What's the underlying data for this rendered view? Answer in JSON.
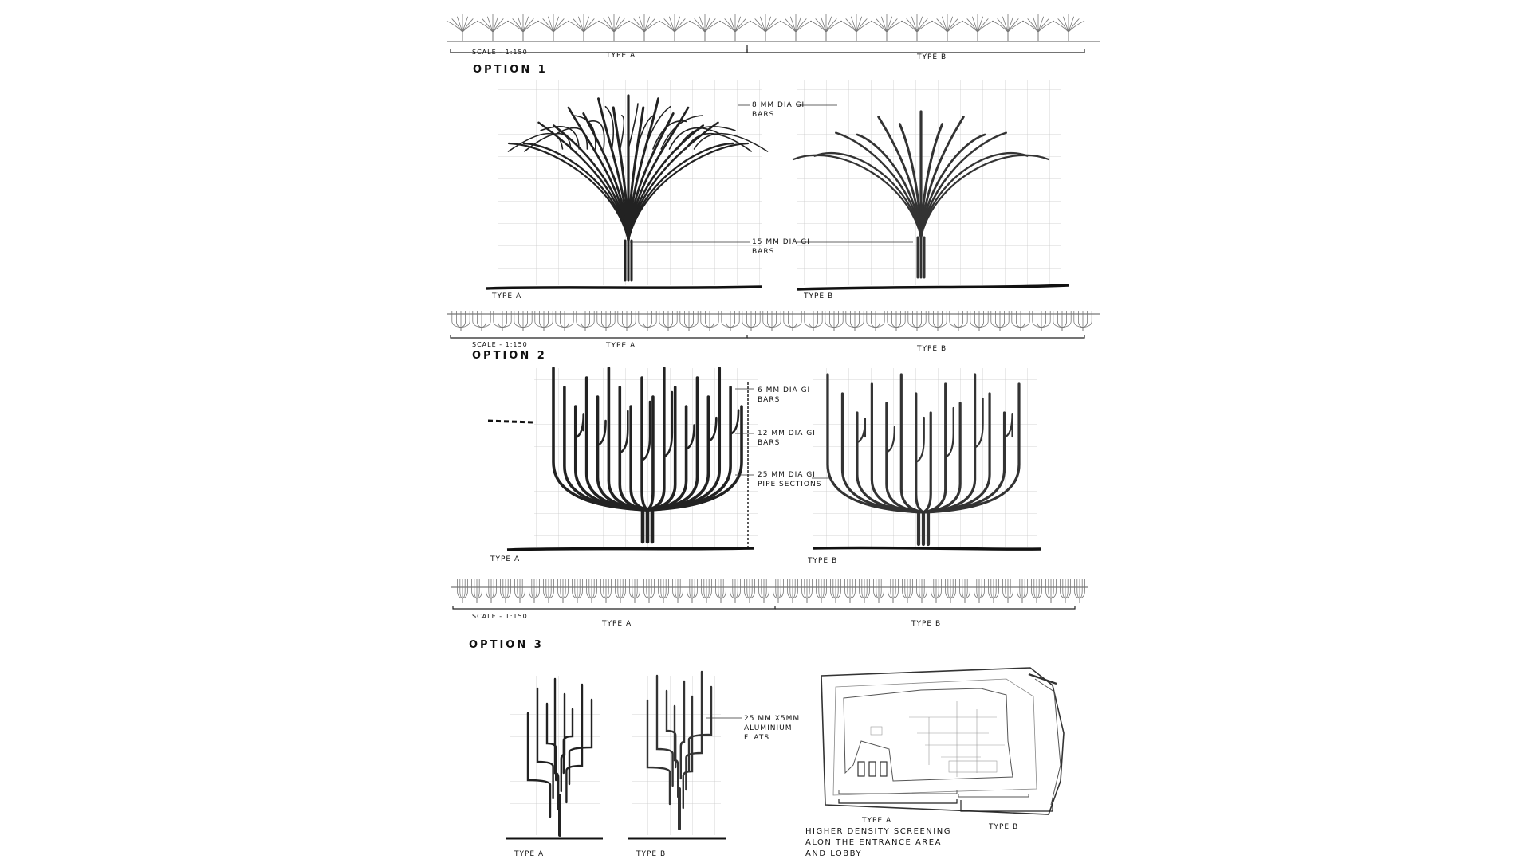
{
  "scale_label": "SCALE - 1:150",
  "options": [
    {
      "title": "OPTION 1",
      "strip": {
        "type_a": "TYPE A",
        "type_b": "TYPE B"
      },
      "type_a_label": "TYPE A",
      "type_b_label": "TYPE B",
      "annotations": [
        {
          "line1": "8 MM DIA  GI",
          "line2": "BARS"
        },
        {
          "line1": "15 MM DIA  GI",
          "line2": "BARS"
        }
      ]
    },
    {
      "title": "OPTION 2",
      "strip": {
        "type_a": "TYPE A",
        "type_b": "TYPE B"
      },
      "type_a_label": "TYPE A",
      "type_b_label": "TYPE B",
      "annotations": [
        {
          "line1": "6 MM DIA  GI",
          "line2": "BARS"
        },
        {
          "line1": "12 MM DIA  GI",
          "line2": "BARS"
        },
        {
          "line1": "25 MM DIA  GI",
          "line2": "PIPE SECTIONS"
        }
      ]
    },
    {
      "title": "OPTION 3",
      "strip": {
        "type_a": "TYPE A",
        "type_b": "TYPE B"
      },
      "type_a_label": "TYPE A",
      "type_b_label": "TYPE B",
      "annotations": [
        {
          "line1": "25 MM X5MM",
          "line2": "ALUMINIUM",
          "line3": "FLATS"
        }
      ],
      "plan": {
        "type_a_label": "TYPE A",
        "type_b_label": "TYPE B",
        "caption": [
          "HIGHER DENSITY SCREENING",
          "ALON THE ENTRANCE AREA",
          "AND LOBBY"
        ]
      }
    }
  ]
}
